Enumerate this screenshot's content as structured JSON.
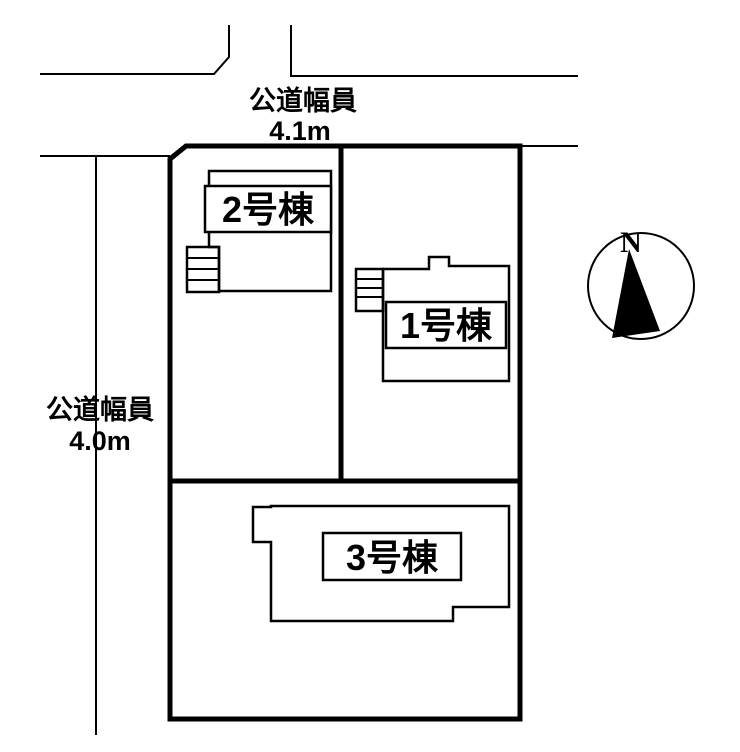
{
  "colors": {
    "background": "#ffffff",
    "line": "#000000"
  },
  "roads": {
    "top": {
      "name": "公道幅員",
      "width": "4.1m"
    },
    "left": {
      "name": "公道幅員",
      "width": "4.0m"
    }
  },
  "buildings": [
    {
      "label": "2号棟"
    },
    {
      "label": "1号棟"
    },
    {
      "label": "3号棟"
    }
  ],
  "compass": {
    "label": "N"
  }
}
